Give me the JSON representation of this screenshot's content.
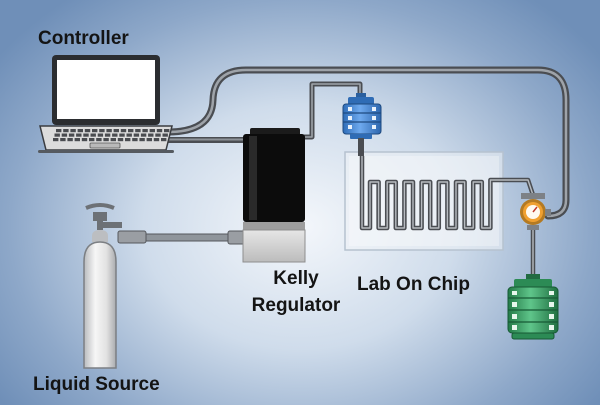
{
  "labels": {
    "controller": "Controller",
    "kelly": "Kelly",
    "regulator": "Regulator",
    "lab_on_chip": "Lab On Chip",
    "liquid_source": "Liquid Source"
  },
  "colors": {
    "background_edge": "#6f8fb8",
    "background_center": "#f4f7fb",
    "tubing": "#55585c",
    "regulator_body": "#0c0c0c",
    "regulator_base": "#d6d6d6",
    "reservoir_top": "#4f8fd8",
    "reservoir_bottom": "#3fa26a",
    "gauge": "#f0a030",
    "cylinder": "#e8e8e8"
  },
  "icons": [
    "laptop-icon",
    "regulator-icon",
    "gas-cylinder-icon",
    "reservoir-icon",
    "pressure-gauge-icon",
    "chip-icon"
  ]
}
